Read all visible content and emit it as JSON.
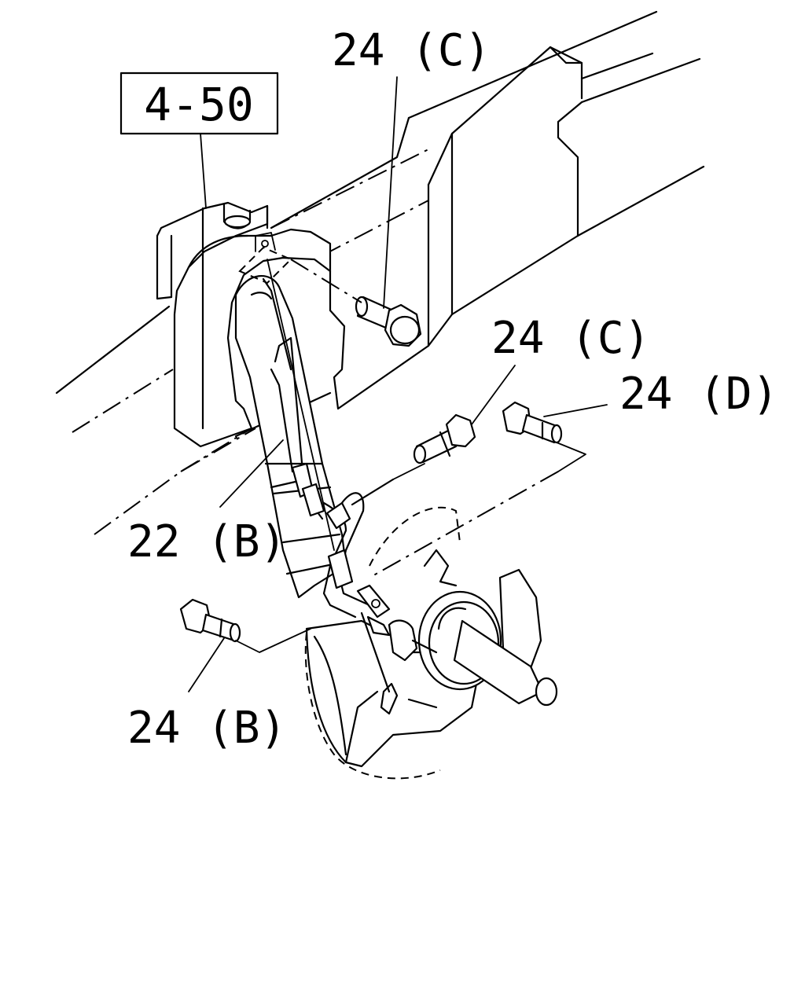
{
  "reference_box": {
    "label": "4-50"
  },
  "callouts": {
    "c1": "24 (C)",
    "c2": "24 (C)",
    "d1": "24 (D)",
    "b1": "22 (B)",
    "b2": "24 (B)"
  }
}
